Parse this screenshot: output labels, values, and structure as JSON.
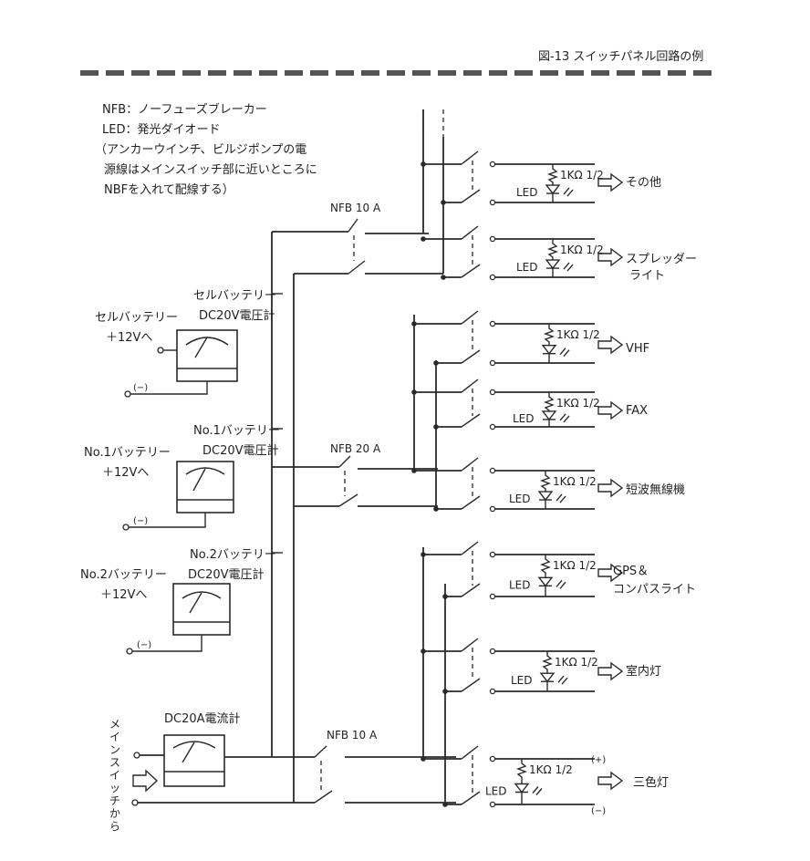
{
  "figure_caption": "図-13 スイッチパネル回路の例",
  "legend": {
    "nfb": "NFB：ノーフューズブレーカー",
    "led": "LED：発光ダイオード",
    "note1": "（アンカーウインチ、ビルジポンプの電",
    "note2": "源線はメインスイッチ部に近いところに",
    "note3": "NBFを入れて配線する）"
  },
  "breakers": {
    "top": "NFB 10 A",
    "middle": "NFB 20 A",
    "bottom": "NFB 10 A"
  },
  "meters": {
    "cell_tag": "セルバッテリー",
    "cell_meter": "DC20V電圧計",
    "cell_source1": "セルバッテリー",
    "cell_source2": "＋12Vへ",
    "no1_tag": "No.1バッテリー",
    "no1_meter": "DC20V電圧計",
    "no1_source1": "No.1バッテリー",
    "no1_source2": "＋12Vへ",
    "no2_tag": "No.2バッテリー",
    "no2_meter": "DC20V電圧計",
    "no2_source1": "No.2バッテリー",
    "no2_source2": "＋12Vへ",
    "ammeter": "DC20A電流計",
    "minus": "(−)"
  },
  "main_switch_label": "メインスイッチから",
  "resistor_label": "1KΩ 1/2",
  "led_label": "LED",
  "loads": {
    "other": "その他",
    "spreader1": "スプレッダー",
    "spreader2": "ライト",
    "vhf": "VHF",
    "fax": "FAX",
    "shortwave": "短波無線機",
    "gps1": "GPS＆",
    "gps2": "コンパスライト",
    "cabin": "室内灯",
    "tricolor": "三色灯"
  },
  "polarity": {
    "plus": "(+)",
    "minus": "(−)"
  }
}
